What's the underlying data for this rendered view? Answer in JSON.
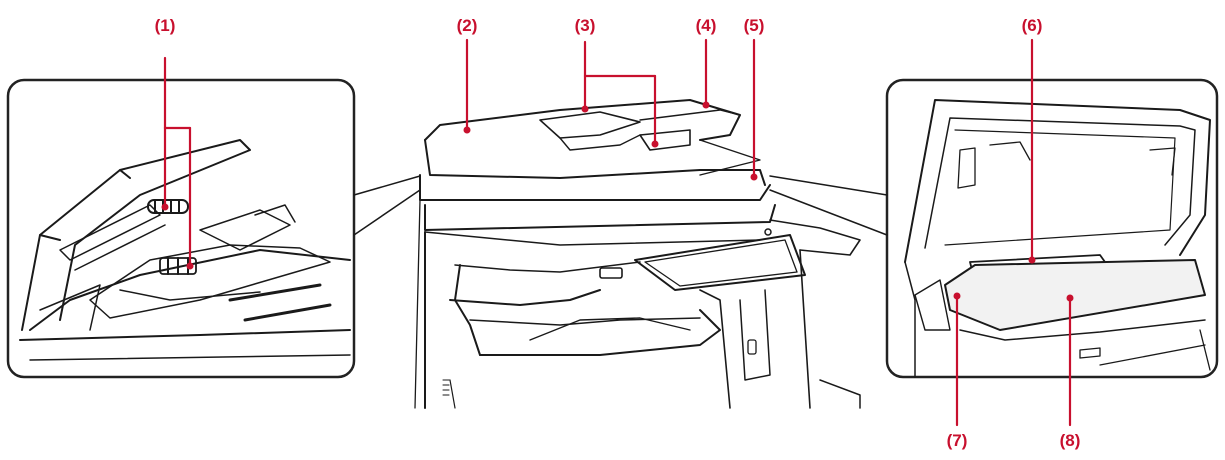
{
  "callouts": [
    {
      "id": "1",
      "label": "(1)"
    },
    {
      "id": "2",
      "label": "(2)"
    },
    {
      "id": "3",
      "label": "(3)"
    },
    {
      "id": "4",
      "label": "(4)"
    },
    {
      "id": "5",
      "label": "(5)"
    },
    {
      "id": "6",
      "label": "(6)"
    },
    {
      "id": "7",
      "label": "(7)"
    },
    {
      "id": "8",
      "label": "(8)"
    }
  ],
  "colors": {
    "callout": "#c8102e",
    "line_art": "#1a1a1a",
    "inset_border": "#222222",
    "platen_fill": "#f2f2f2"
  }
}
